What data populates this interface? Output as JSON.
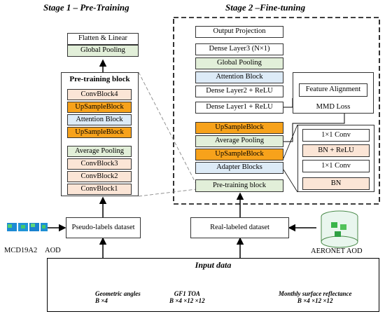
{
  "stage1": {
    "title": "Stage 1 – Pre-Training"
  },
  "stage2": {
    "title": "Stage 2 –Fine-tuning"
  },
  "pretrain": {
    "flatten_linear": "Flatten & Linear",
    "global_pooling": "Global Pooling",
    "block_title": "Pre-training block",
    "block_layers": [
      "ConvBlock4",
      "UpSampleBlock",
      "Attention Block",
      "UpSampleBlock",
      "Average Pooling",
      "ConvBlock3",
      "ConvBlock2",
      "ConvBlock1"
    ],
    "pseudo_labels": "Pseudo-labels dataset",
    "mcd19a2": "MCD19A2",
    "aod": "AOD"
  },
  "finetune": {
    "layers": [
      "Output Projection",
      "Dense Layer3 (N×1)",
      "Global Pooling",
      "Attention Block",
      "Dense Layer2 + ReLU",
      "Dense Layer1 + ReLU",
      "UpSampleBlock",
      "Average Pooling",
      "UpSampleBlock",
      "Adapter Blocks",
      "Pre-training block"
    ],
    "feature_alignment": "Feature Alignment",
    "mmd_loss": "MMD Loss",
    "adapter_detail": [
      "1×1 Conv",
      "BN + ReLU",
      "1×1 Conv",
      "BN"
    ],
    "real_labeled": "Real-labeled dataset",
    "aeronet_aod": "AERONET AOD"
  },
  "input": {
    "title": "Input data",
    "geometric": {
      "name": "Geometric angles",
      "shape": "B ×4"
    },
    "gf1": {
      "name": "GF1 TOA",
      "shape": "B ×4 ×12 ×12"
    },
    "surface": {
      "name": "Monthly surface reflectance",
      "shape": "B ×4 ×12 ×12"
    }
  },
  "colors": {
    "green": "#e2efd9",
    "beige": "#fbe5d6",
    "orange": "#f7a21b",
    "blue": "#ddebf7"
  }
}
